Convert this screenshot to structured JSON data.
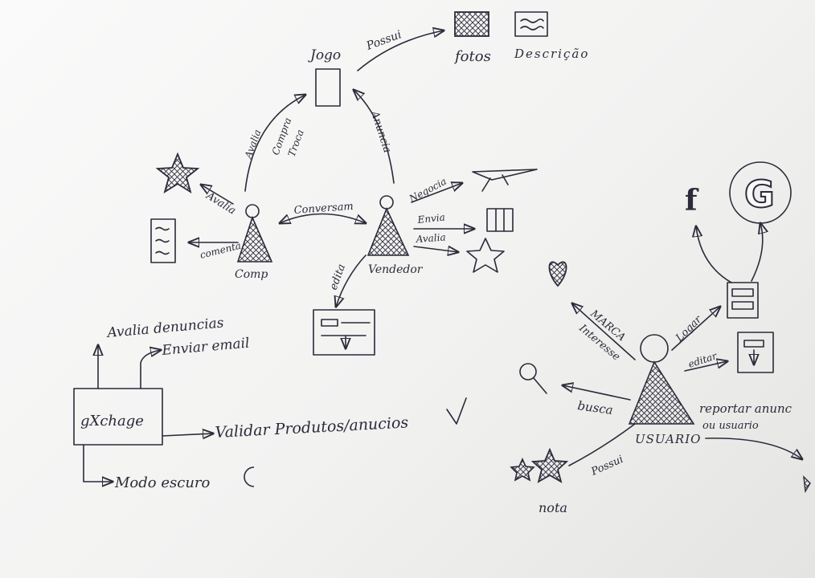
{
  "nodes": {
    "jogo": "Jogo",
    "comp": "Comp",
    "vendedor": "Vendedor",
    "usuario": "USUARIO",
    "gxchange": "gXchage"
  },
  "edges": {
    "possui_fotos": "Possui",
    "anuncia": "Anuncia",
    "avalia_compra_troca": "Avalia",
    "compra": "Compra",
    "troca": "Troca",
    "avalia_comp": "Avalia",
    "comenta": "comenta",
    "conversam": "Conversam",
    "negocia": "Negocia",
    "envia": "Envia",
    "avalia_vend": "Avalia",
    "edita": "edita",
    "marca": "MARCA",
    "interesse": "Interesse",
    "logar": "Logar",
    "editar": "editar",
    "busca": "busca",
    "possui_nota": "Possui"
  },
  "labels": {
    "fotos": "fotos",
    "descricao": "Descrição",
    "nota": "nota",
    "reportar_l1": "reportar anunc",
    "reportar_l2": "ou usuario"
  },
  "admin_actions": {
    "avalia_denuncias": "Avalia denuncias",
    "enviar_email": "Enviar email",
    "validar": "Validar Produtos/anucios",
    "modo_escuro": "Modo escuro"
  },
  "icons": [
    "photo-icon",
    "description-icon",
    "star-icon",
    "review-doc-icon",
    "plane-icon",
    "package-icon",
    "form-icon",
    "heart-icon",
    "facebook-icon",
    "google-icon",
    "search-icon",
    "checkmark-icon",
    "moon-icon",
    "user-figure-icon"
  ]
}
